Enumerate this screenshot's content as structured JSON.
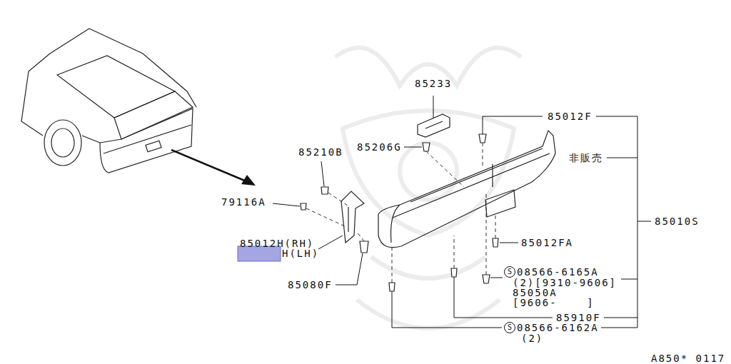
{
  "diagram": {
    "labels": [
      "85233",
      "85012F",
      "85206G",
      "85210B",
      "非販売",
      "79116A",
      "85010S",
      "85012H(RH)",
      "H(LH)",
      "85012FA",
      "85080F",
      "S",
      "08566-6165A",
      "(2)[9310-9606]",
      "85050A",
      "[9606-    ]",
      "85910F",
      "S",
      "08566-6162A",
      "(2)",
      "A850* 0117"
    ]
  }
}
